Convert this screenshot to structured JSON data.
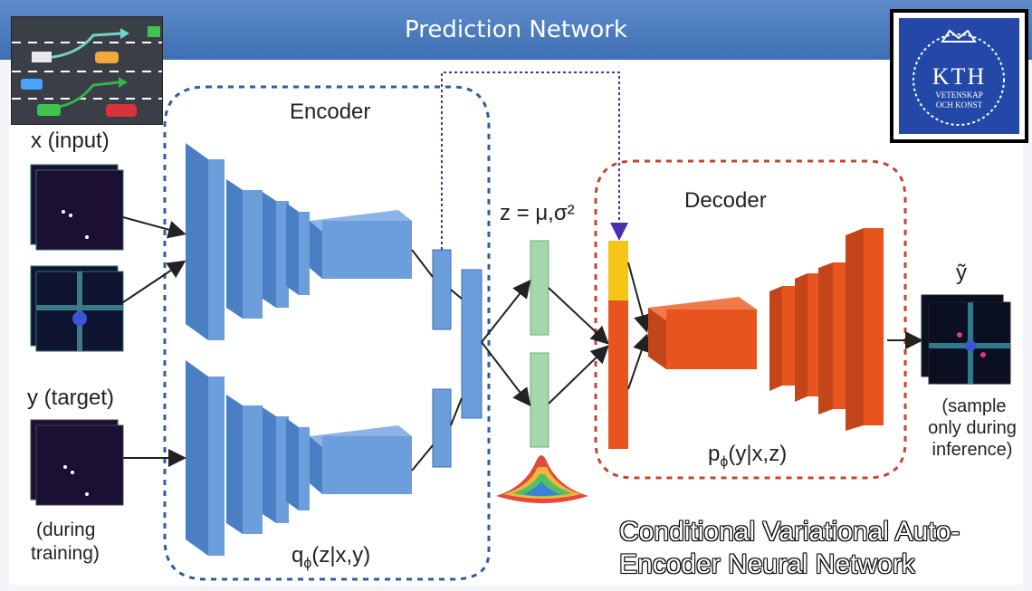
{
  "title": "Prediction Network",
  "encoder": {
    "label": "Encoder",
    "posterior": "q",
    "posterior_sub": "ϕ",
    "posterior_args": "(z|x,y)"
  },
  "decoder": {
    "label": "Decoder",
    "likelihood": "p",
    "likelihood_sub": "ϕ",
    "likelihood_args": "(y|x,z)"
  },
  "latent": {
    "label": "z = μ,σ²"
  },
  "inputs": {
    "x_label": "x (input)",
    "y_label": "y (target)",
    "y_note_line1": "(during",
    "y_note_line2": "training)"
  },
  "output": {
    "label": "ỹ",
    "note_line1": "(sample",
    "note_line2": "only during",
    "note_line3": "inference)"
  },
  "logo": {
    "brand": "KTH",
    "line1": "VETENSKAP",
    "line2": "OCH KONST"
  },
  "caption": {
    "line1": "Conditional Variational Auto-",
    "line2": "Encoder Neural Network"
  },
  "colors": {
    "encoder_blue": "#5b8fd4",
    "decoder_orange": "#e8541e",
    "latent_green": "#9fd4a6",
    "concat_yellow": "#f5c518",
    "title_bar": "#4a7bbd"
  }
}
